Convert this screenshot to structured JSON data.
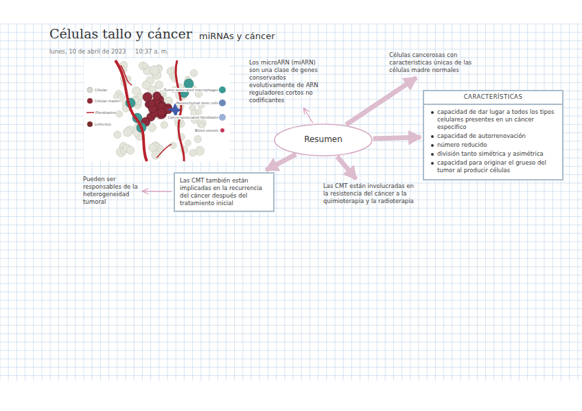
{
  "diagram": {
    "title": "Células tallo y cáncer",
    "nodes": [
      {
        "text": [
          "Resumen"
        ]
      },
      {
        "text": [
          "Los microARN (miARN) son una clase de genes conservados evolutivamente de ARN reguladores cortos no codificantes"
        ]
      },
      {
        "text": [
          "Células cancerosas con características únicas de las células madre normales"
        ]
      },
      {
        "text": [
          "CARACTERÍSTICAS",
          "capacidad de dar lugar a todos los tipos celulares presentes en un cáncer específico",
          "capacidad de autorrenovación",
          "número reducido",
          "división tanto simétrica y asimétrica",
          "capacidad para originar el grueso del tumor al producir células"
        ]
      },
      {
        "text": [
          "Las CMT están involucradas en la resistencia del cáncer a la quimioterapia y la radioterapia"
        ]
      },
      {
        "text": [
          "Las CMT también están implicadas en la recurrencia del cáncer después del tratamiento inicial"
        ]
      },
      {
        "text": [
          "Pueden ser responsables de la heterogeneidad tumoral"
        ]
      }
    ],
    "edges": [
      {
        "from": 0,
        "to": 1,
        "arrow": "to"
      },
      {
        "from": 0,
        "to": 2,
        "arrow": "to"
      },
      {
        "from": 0,
        "to": 3,
        "arrow": "to"
      },
      {
        "from": 0,
        "to": 4,
        "arrow": "to"
      },
      {
        "from": 0,
        "to": 5,
        "arrow": "to"
      },
      {
        "from": 5,
        "to": 6,
        "arrow": "to"
      }
    ],
    "labels": [
      "miRNAs y cáncer",
      "lunes, 10 de abril de 2023",
      "10:37 a. m.",
      "Células",
      "Células madre",
      "Fibroblastos",
      "Linfocitos",
      "Tumor-associated macrophages",
      "Mesenchymal stem cells",
      "Cancer-associated fibroblasts",
      "Blood vessels"
    ]
  }
}
